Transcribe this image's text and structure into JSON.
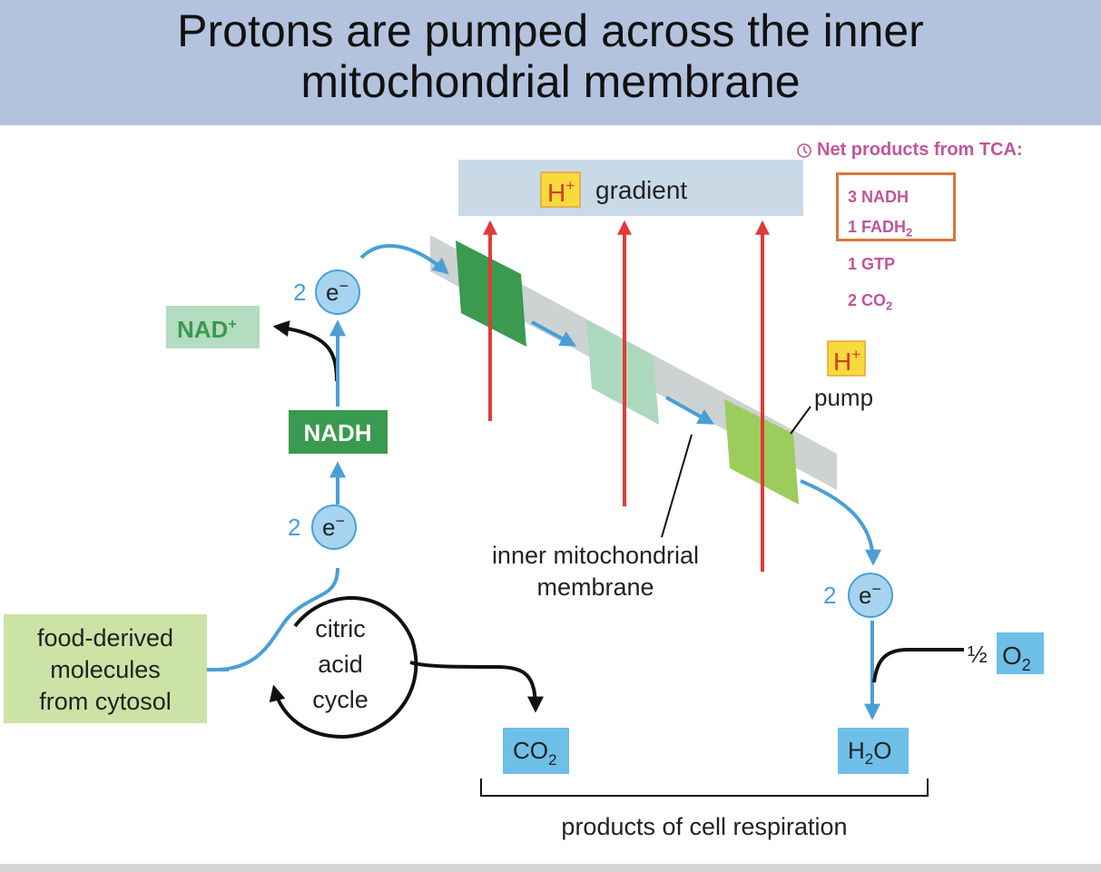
{
  "title": {
    "line1": "Protons are pumped across the inner",
    "line2": "mitochondrial membrane"
  },
  "gradient": {
    "ion": "H",
    "charge": "+",
    "label": "gradient"
  },
  "pump": {
    "ion": "H",
    "charge": "+",
    "label": "pump"
  },
  "electrons": {
    "count": "2",
    "symbol": "e",
    "charge": "−"
  },
  "nad_plus": {
    "text": "NAD",
    "charge": "+"
  },
  "nadh": "NADH",
  "food": {
    "line1": "food-derived",
    "line2": "molecules",
    "line3": "from cytosol"
  },
  "cycle": {
    "line1": "citric",
    "line2": "acid",
    "line3": "cycle"
  },
  "membrane": {
    "line1": "inner mitochondrial",
    "line2": "membrane"
  },
  "oxygen": {
    "fraction": "½",
    "base": "O",
    "sub": "2"
  },
  "co2": {
    "base": "CO",
    "sub": "2"
  },
  "water": {
    "base": "H",
    "sub": "2",
    "tail": "O"
  },
  "products_label": "products of cell respiration",
  "tca": {
    "icon": "clock-icon",
    "header": "Net products from TCA:",
    "items": [
      {
        "prefix": "3 NADH",
        "sub": ""
      },
      {
        "prefix": "1 FADH",
        "sub": "2"
      },
      {
        "prefix": "1 GTP",
        "sub": ""
      },
      {
        "prefix": "2 CO",
        "sub": "2"
      }
    ]
  },
  "colors": {
    "title_band": "#b3c3de",
    "gradient_box": "#c9d9e6",
    "electron_fill": "#a6d4f0",
    "electron_line": "#4a9fd6",
    "proton_arrow": "#e03a3a",
    "membrane": "#cdd2d2",
    "complex_dark": "#3a9a4f",
    "complex_light": "#acd9bd",
    "complex_lime": "#9ccc5c",
    "nadh_box": "#3a9a4f",
    "nad_box": "#b3dcc0",
    "food_box": "#cce3a6",
    "product_box": "#6dbfe8",
    "h_box": "#f7da3c",
    "tca_text": "#c0559a",
    "tca_border": "#d9773b"
  }
}
